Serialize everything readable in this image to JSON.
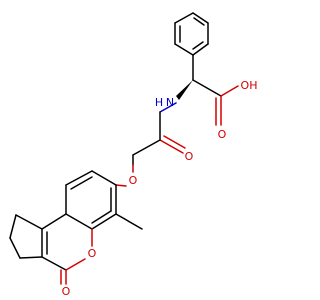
{
  "molecule": {
    "atom_labels": {
      "nitrogen": "N",
      "hydrogen_on_n": "H",
      "hydroxyl": "OH",
      "ether_oxygen": "O",
      "ring_oxygen": "O",
      "carbonyl_oxygen_amide": "O",
      "carbonyl_oxygen_acid": "O",
      "carbonyl_oxygen_lactone": "O"
    },
    "colors": {
      "carbon": "#000000",
      "oxygen": "#d40000",
      "nitrogen": "#0000d0",
      "background": "#ffffff"
    }
  }
}
